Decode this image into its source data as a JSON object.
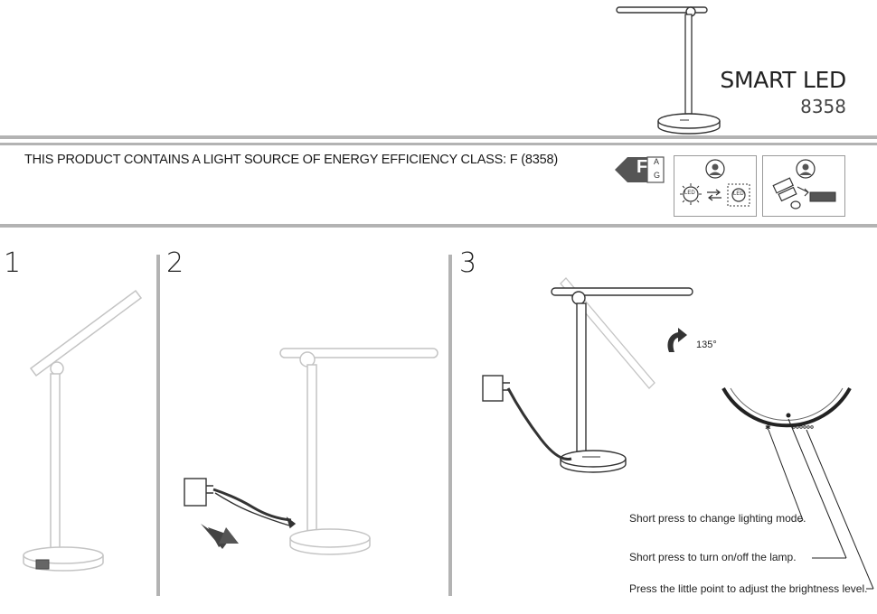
{
  "header": {
    "title": "SMART LED",
    "model": "8358"
  },
  "energy": {
    "statement": "THIS PRODUCT CONTAINS A LIGHT SOURCE OF ENERGY EFFICIENCY CLASS: F (8358)",
    "class_letter": "F",
    "scale_top": "A",
    "scale_bottom": "G",
    "led_label": "LED"
  },
  "steps": [
    {
      "number": "1"
    },
    {
      "number": "2"
    },
    {
      "number": "3"
    }
  ],
  "step3": {
    "rotation": "135°",
    "notes": [
      "Short press to change lighting mode.",
      "Short press to turn on/off the lamp.",
      "Press the little point to adjust the brightness level."
    ]
  }
}
